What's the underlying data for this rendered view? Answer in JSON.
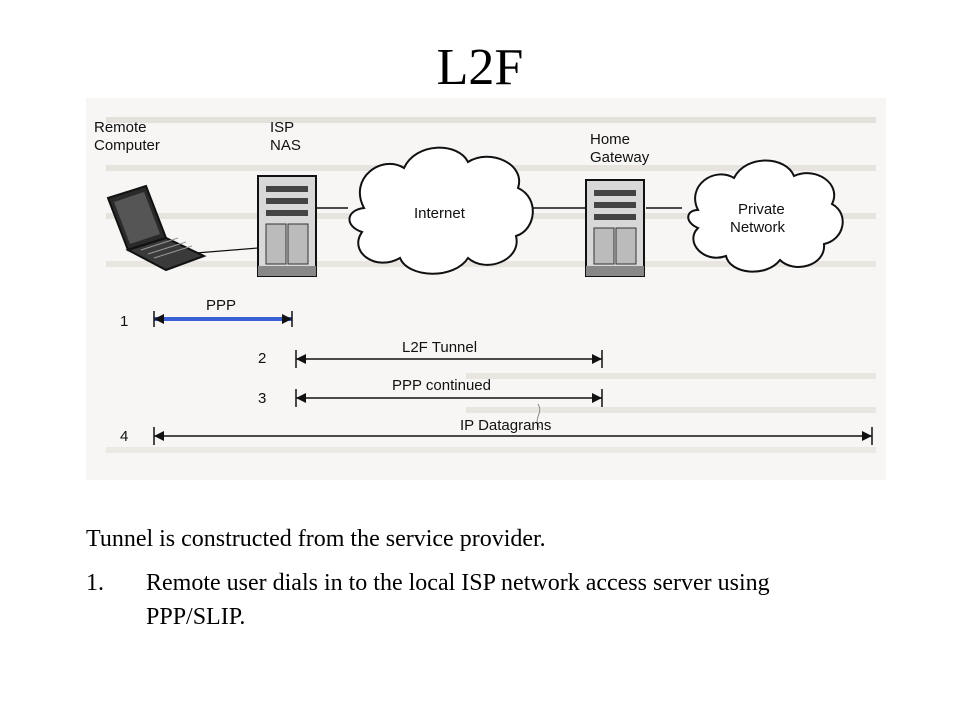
{
  "slide": {
    "title": "L2F",
    "caption": "Tunnel is constructed from the service provider.",
    "steps": [
      {
        "number": "1.",
        "text": "Remote user dials in to the local ISP network access server using PPP/SLIP."
      }
    ]
  },
  "diagram": {
    "nodes": {
      "remote_computer": "Remote\nComputer",
      "isp_nas": "ISP\nNAS",
      "internet": "Internet",
      "home_gateway": "Home\nGateway",
      "private_network": "Private\nNetwork"
    },
    "connections": [
      {
        "number": "1",
        "label": "PPP",
        "color": "#3b5fd6"
      },
      {
        "number": "2",
        "label": "L2F Tunnel"
      },
      {
        "number": "3",
        "label": "PPP continued"
      },
      {
        "number": "4",
        "label": "IP Datagrams"
      }
    ]
  }
}
